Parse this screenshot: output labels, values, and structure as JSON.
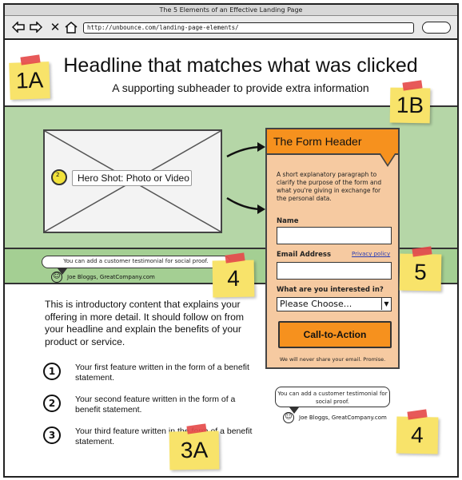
{
  "window": {
    "title": "The 5 Elements of an Effective Landing Page",
    "url": "http://unbounce.com/landing-page-elements/"
  },
  "header": {
    "headline": "Headline that matches what was clicked",
    "subheader": "A supporting subheader to provide extra information"
  },
  "hero": {
    "label": "Hero Shot: Photo or Video",
    "badge": "2"
  },
  "form": {
    "header": "The Form Header",
    "intro": "A short explanatory paragraph to clarify the purpose of the form and what you're giving in exchange for the personal data.",
    "name_label": "Name",
    "email_label": "Email Address",
    "privacy_link": "Privacy policy",
    "interest_label": "What are you interested in?",
    "select_value": "Please Choose...",
    "cta": "Call-to-Action",
    "footer": "We will never share your email. Promise."
  },
  "testimonial": {
    "quote": "You can add a customer testimonial for social proof.",
    "author": "Joe Bloggs, GreatCompany.com"
  },
  "content": {
    "intro": "This is introductory content that explains your offering in more detail. It should follow on from your headline and explain the benefits of your product or service.",
    "features": [
      {
        "num": "1",
        "text": "Your first feature written in the form of a benefit statement."
      },
      {
        "num": "2",
        "text": "Your second feature written in the form of a benefit statement."
      },
      {
        "num": "3",
        "text": "Your third feature written in the form of a benefit statement."
      }
    ]
  },
  "notes": {
    "n1a": "1A",
    "n1b": "1B",
    "n3a": "3A",
    "n4": "4",
    "n5": "5",
    "n4b": "4"
  },
  "colors": {
    "green_band": "#b5d6a7",
    "testimonial_band": "#a4cf93",
    "form_bg": "#f6caa1",
    "accent_orange": "#f6911e",
    "sticky_note": "#f8e36a",
    "tape": "#e54b4b"
  }
}
